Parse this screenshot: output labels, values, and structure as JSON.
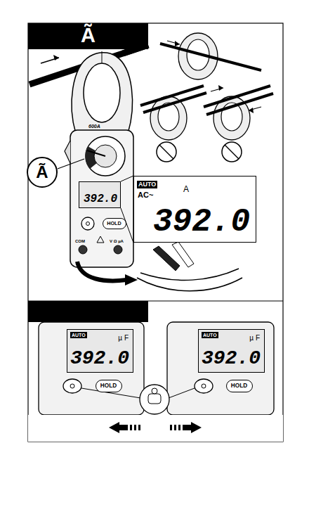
{
  "diagram": {
    "nodes": [
      {
        "text": [
          "Ã"
        ]
      },
      {
        "text": [
          "Ã"
        ]
      },
      {
        "text": [
          "AUTO",
          "AC~",
          "A",
          "392.0"
        ]
      },
      {
        "text": [
          "392.0"
        ]
      },
      {
        "text": [
          "HOLD"
        ]
      },
      {
        "text": [
          "AUTO",
          "µ F",
          "392.0"
        ]
      },
      {
        "text": [
          "HOLD"
        ]
      },
      {
        "text": [
          "AUTO",
          "µ F",
          "392.0"
        ]
      },
      {
        "text": [
          "HOLD"
        ]
      }
    ],
    "edges": [
      {
        "from": 3,
        "to": 2,
        "arrow": "none"
      }
    ],
    "labels": [
      "600A",
      "COM",
      "V Ω µA"
    ]
  }
}
